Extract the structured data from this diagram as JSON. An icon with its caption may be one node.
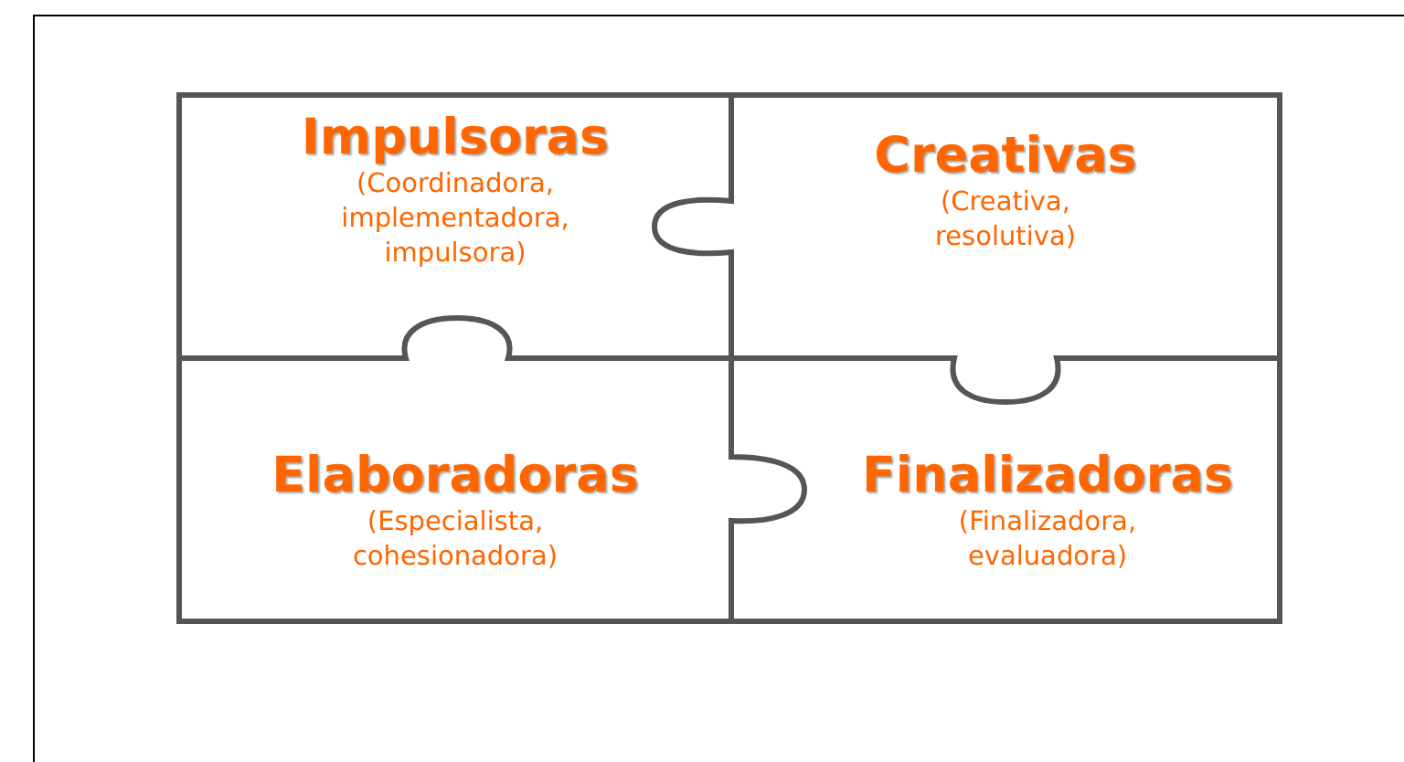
{
  "diagram": {
    "nodes": [
      {
        "text": [
          "Impulsoras",
          "(Coordinadora, implementadora, impulsora)"
        ]
      },
      {
        "text": [
          "Creativas",
          "(Creativa, resolutiva)"
        ]
      },
      {
        "text": [
          "Elaboradoras",
          "(Especialista, cohesionadora)"
        ]
      },
      {
        "text": [
          "Finalizadoras",
          "(Finalizadora, evaluadora)"
        ]
      }
    ]
  }
}
